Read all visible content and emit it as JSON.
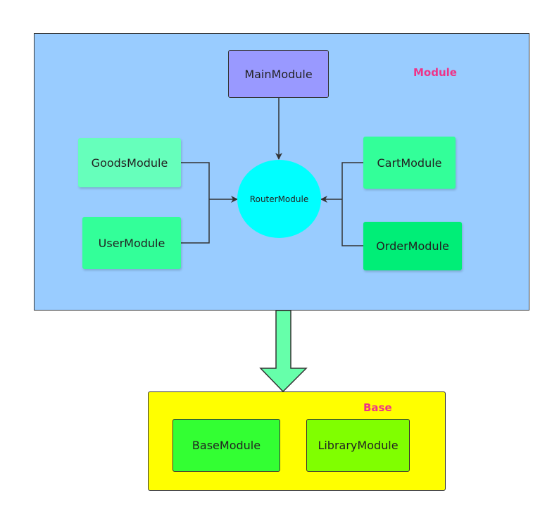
{
  "groups": {
    "module": {
      "label": "Module",
      "fill": "#99ccff",
      "label_color": "#ee3388"
    },
    "base": {
      "label": "Base",
      "fill": "#ffff00",
      "label_color": "#ee3388"
    }
  },
  "nodes": {
    "main": {
      "label": "MainModule",
      "fill": "#9999ff"
    },
    "goods": {
      "label": "GoodsModule",
      "fill": "#66ffbb"
    },
    "user": {
      "label": "UserModule",
      "fill": "#33ff99"
    },
    "router": {
      "label": "RouterModule",
      "fill": "#00ffff"
    },
    "cart": {
      "label": "CartModule",
      "fill": "#33ff99"
    },
    "order": {
      "label": "OrderModule",
      "fill": "#00ee77"
    },
    "base_module": {
      "label": "BaseModule",
      "fill": "#33ff33"
    },
    "library": {
      "label": "LibraryModule",
      "fill": "#80ff00"
    }
  },
  "edges": [
    {
      "from": "MainModule",
      "to": "RouterModule"
    },
    {
      "from": "GoodsModule",
      "to": "RouterModule"
    },
    {
      "from": "UserModule",
      "to": "RouterModule"
    },
    {
      "from": "CartModule",
      "to": "RouterModule"
    },
    {
      "from": "OrderModule",
      "to": "RouterModule"
    },
    {
      "from": "Module",
      "to": "Base"
    }
  ],
  "colors": {
    "line": "#333333",
    "big_arrow_fill": "#66ffaa"
  }
}
